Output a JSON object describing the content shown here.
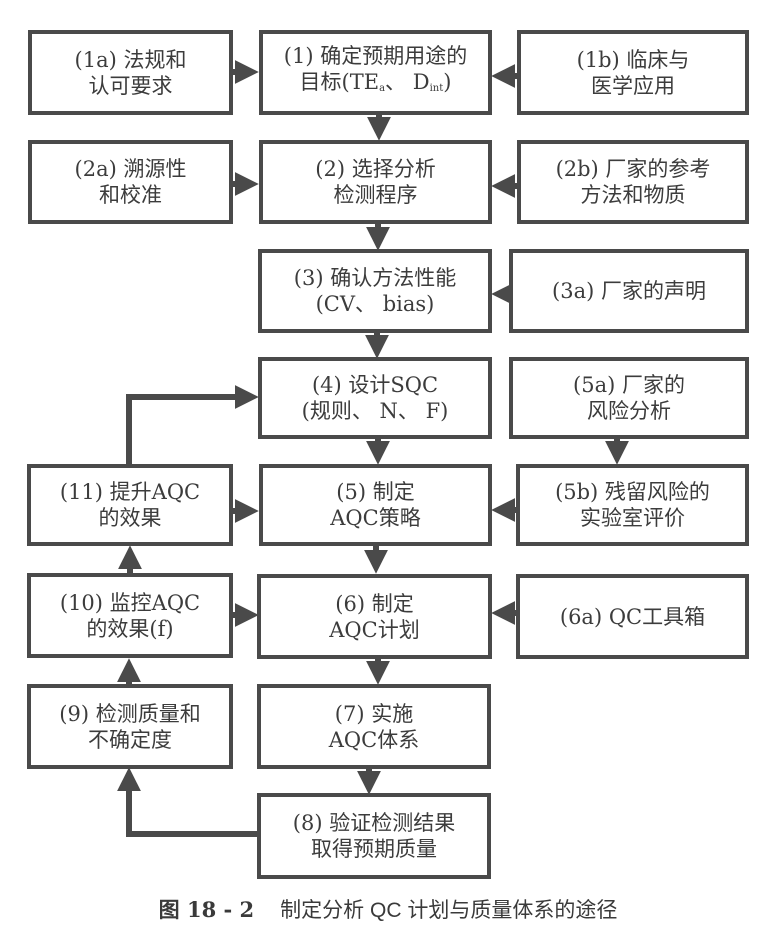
{
  "colors": {
    "stroke": "#4a4a4a",
    "text": "#3c3c3c",
    "background": "#ffffff"
  },
  "boxes": {
    "b1": {
      "id": "(1)",
      "line1": "(1) 确定预期用途的",
      "line2_prefix": "目标(TE",
      "line2_sub1": "a",
      "line2_mid": "、 D",
      "line2_sub2": "int",
      "line2_suffix": ")"
    },
    "b1a": {
      "id": "(1a)",
      "line1": "(1a) 法规和",
      "line2": "认可要求"
    },
    "b1b": {
      "id": "(1b)",
      "line1": "(1b) 临床与",
      "line2": "医学应用"
    },
    "b2": {
      "id": "(2)",
      "line1": "(2) 选择分析",
      "line2": "检测程序"
    },
    "b2a": {
      "id": "(2a)",
      "line1": "(2a) 溯源性",
      "line2": "和校准"
    },
    "b2b": {
      "id": "(2b)",
      "line1": "(2b) 厂家的参考",
      "line2": "方法和物质"
    },
    "b3": {
      "id": "(3)",
      "line1": "(3) 确认方法性能",
      "line2": "(CV、 bias)"
    },
    "b3a": {
      "id": "(3a)",
      "line1": "(3a) 厂家的声明"
    },
    "b4": {
      "id": "(4)",
      "line1": "(4) 设计SQC",
      "line2": "(规则、 N、 F)"
    },
    "b5": {
      "id": "(5)",
      "line1": "(5) 制定",
      "line2": "AQC策略"
    },
    "b5a": {
      "id": "(5a)",
      "line1": "(5a) 厂家的",
      "line2": "风险分析"
    },
    "b5b": {
      "id": "(5b)",
      "line1": "(5b) 残留风险的",
      "line2": "实验室评价"
    },
    "b6": {
      "id": "(6)",
      "line1": "(6) 制定",
      "line2": "AQC计划"
    },
    "b6a": {
      "id": "(6a)",
      "line1": "(6a) QC工具箱"
    },
    "b7": {
      "id": "(7)",
      "line1": "(7) 实施",
      "line2": "AQC体系"
    },
    "b8": {
      "id": "(8)",
      "line1": "(8) 验证检测结果",
      "line2": "取得预期质量"
    },
    "b9": {
      "id": "(9)",
      "line1": "(9) 检测质量和",
      "line2": "不确定度"
    },
    "b10": {
      "id": "(10)",
      "line1": "(10) 监控AQC",
      "line2": "的效果(f)"
    },
    "b11": {
      "id": "(11)",
      "line1": "(11) 提升AQC",
      "line2": "的效果"
    }
  },
  "edges": [
    [
      "1a",
      "1"
    ],
    [
      "1b",
      "1"
    ],
    [
      "1",
      "2"
    ],
    [
      "2a",
      "2"
    ],
    [
      "2b",
      "2"
    ],
    [
      "2",
      "3"
    ],
    [
      "3a",
      "3"
    ],
    [
      "3",
      "4"
    ],
    [
      "4",
      "5"
    ],
    [
      "5a",
      "5b"
    ],
    [
      "5b",
      "5"
    ],
    [
      "11",
      "5"
    ],
    [
      "11",
      "4"
    ],
    [
      "5",
      "6"
    ],
    [
      "6a",
      "6"
    ],
    [
      "10",
      "6"
    ],
    [
      "6",
      "7"
    ],
    [
      "7",
      "8"
    ],
    [
      "8",
      "9"
    ],
    [
      "9",
      "10"
    ],
    [
      "10",
      "11"
    ]
  ],
  "caption": {
    "figure_label": "图 18 - 2",
    "title": "制定分析 QC 计划与质量体系的途径"
  }
}
